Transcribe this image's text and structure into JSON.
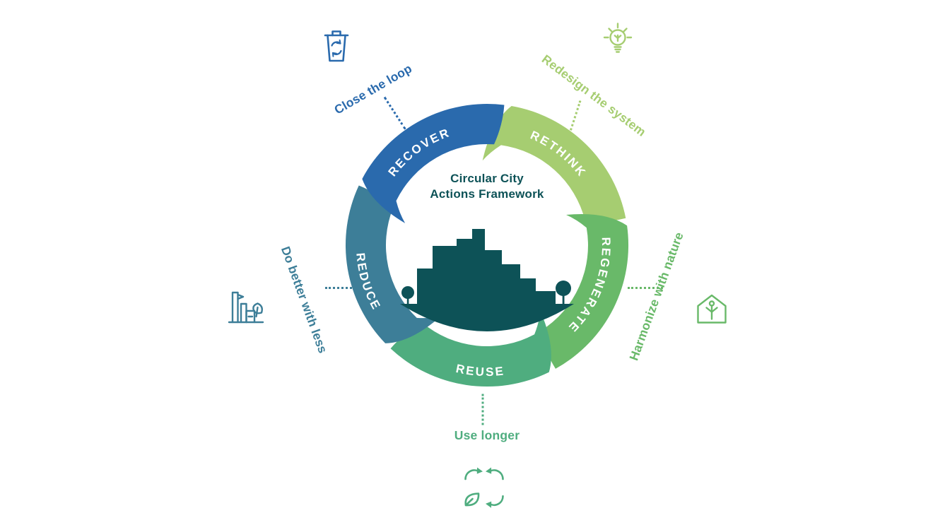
{
  "title": {
    "line1": "Circular City",
    "line2": "Actions Framework"
  },
  "colors": {
    "background": "#ffffff",
    "center_dark_teal": "#0d5257"
  },
  "center_icon": "city-skyline-icon",
  "segments": [
    {
      "id": "rethink",
      "label": "RETHINK",
      "color": "#a6cd71",
      "tagline": "Redesign the system",
      "icon": "lightbulb-icon"
    },
    {
      "id": "regenerate",
      "label": "REGENERATE",
      "color": "#69b969",
      "tagline": "Harmonize with nature",
      "icon": "greenhouse-tree-icon"
    },
    {
      "id": "reuse",
      "label": "REUSE",
      "color": "#4fad7f",
      "tagline": "Use longer",
      "icon": "recycle-leaf-icon"
    },
    {
      "id": "reduce",
      "label": "REDUCE",
      "color": "#3d7e98",
      "tagline": "Do better with less",
      "icon": "eco-factory-icon"
    },
    {
      "id": "recover",
      "label": "RECOVER",
      "color": "#2a6aad",
      "tagline": "Close the loop",
      "icon": "recycle-bin-icon"
    }
  ]
}
